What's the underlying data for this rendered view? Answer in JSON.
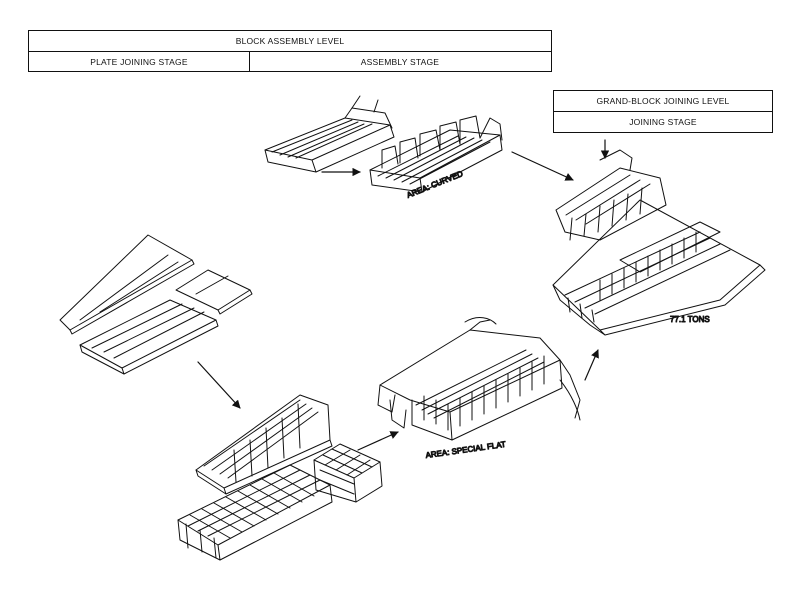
{
  "block_table": {
    "title": "BLOCK ASSEMBLY LEVEL",
    "stage_left": "PLATE JOINING STAGE",
    "stage_right": "ASSEMBLY STAGE"
  },
  "grand_table": {
    "title": "GRAND-BLOCK JOINING LEVEL",
    "stage": "JOINING STAGE"
  },
  "labels": {
    "area_curved": "AREA: CURVED",
    "area_special_flat": "AREA: SPECIAL FLAT",
    "tons": "77.1 TONS"
  }
}
